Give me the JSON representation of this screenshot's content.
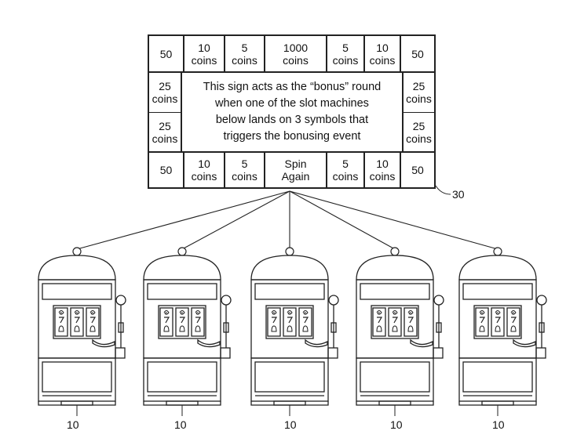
{
  "sign": {
    "ref_label": "30",
    "message": "This sign acts as the “bonus” round\nwhen one of the slot machines\nbelow lands on 3 symbols that\ntriggers the bonusing event",
    "top_row": [
      "50",
      "10\ncoins",
      "5\ncoins",
      "1000\ncoins",
      "5\ncoins",
      "10\ncoins",
      "50"
    ],
    "bottom_row": [
      "50",
      "10\ncoins",
      "5\ncoins",
      "Spin\nAgain",
      "5\ncoins",
      "10\ncoins",
      "50"
    ],
    "left_col": [
      "25\ncoins",
      "25\ncoins"
    ],
    "right_col": [
      "25\ncoins",
      "25\ncoins"
    ]
  },
  "machines": [
    {
      "ref_label": "10",
      "reel_symbols": [
        "spiral-symbol-icon",
        "seven-symbol-icon",
        "bell-symbol-icon"
      ]
    },
    {
      "ref_label": "10",
      "reel_symbols": [
        "spiral-symbol-icon",
        "seven-symbol-icon",
        "bell-symbol-icon"
      ]
    },
    {
      "ref_label": "10",
      "reel_symbols": [
        "spiral-symbol-icon",
        "seven-symbol-icon",
        "bell-symbol-icon"
      ]
    },
    {
      "ref_label": "10",
      "reel_symbols": [
        "spiral-symbol-icon",
        "seven-symbol-icon",
        "bell-symbol-icon"
      ]
    },
    {
      "ref_label": "10",
      "reel_symbols": [
        "spiral-symbol-icon",
        "seven-symbol-icon",
        "bell-symbol-icon"
      ]
    }
  ]
}
